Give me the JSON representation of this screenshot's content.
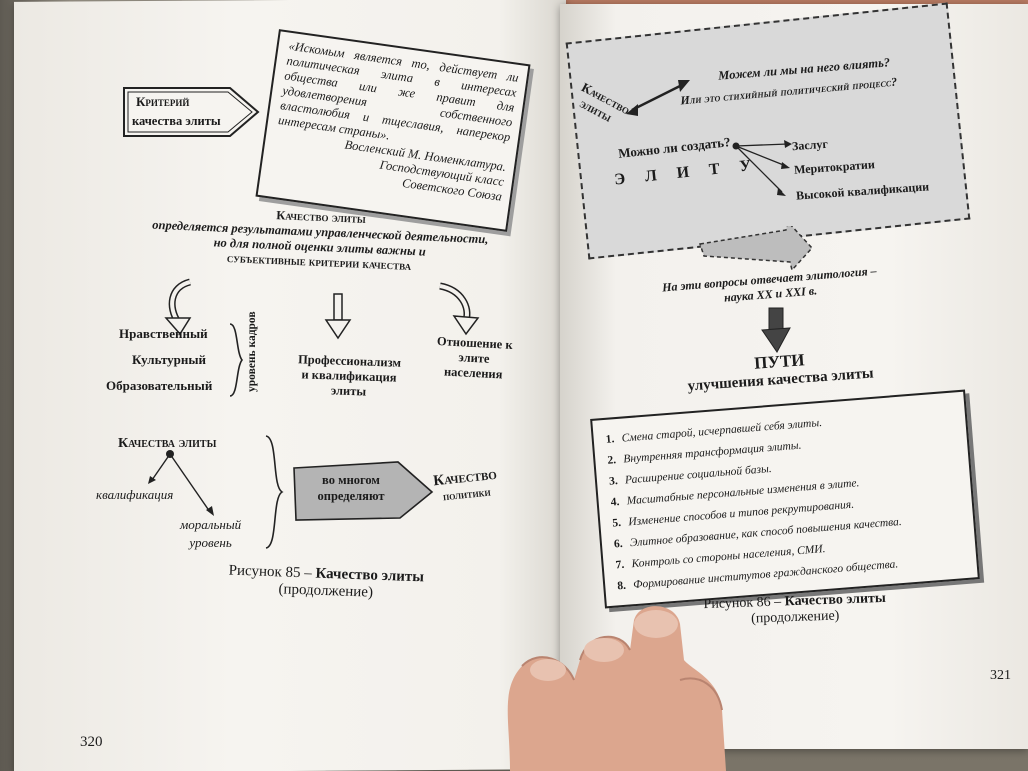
{
  "left_page": {
    "criterion": {
      "line1": "Критерий",
      "line2": "качества элиты"
    },
    "quote": {
      "text": "«Искомым является то, действует ли политическая элита в интересах общества или же правит для удовлетворения собственного властолюбия и тщеславия, наперекор интересам страны».",
      "author_line1": "Восленский М. Номенклатура.",
      "author_line2": "Господствующий класс",
      "author_line3": "Советского Союза"
    },
    "center_text": {
      "line1": "Качество элиты",
      "line2": "определяется результатами управленческой деятельности,",
      "line3": "но для полной оценки элиты важны и",
      "line4": "субъективные критерии качества"
    },
    "criteria": {
      "moral": "Нравственный",
      "cultural": "Культурный",
      "educational": "Образовательный",
      "vertical": "уровень кадров",
      "professional_l1": "Профессионализм",
      "professional_l2": "и квалификация",
      "professional_l3": "элиты",
      "relation_l1": "Отношение к",
      "relation_l2": "элите",
      "relation_l3": "населения"
    },
    "qualities": {
      "title": "Качества элиты",
      "qualification": "квалификация",
      "moral_l1": "моральный",
      "moral_l2": "уровень"
    },
    "determine_l1": "во многом",
    "determine_l2": "определяют",
    "quality_l1": "Качество",
    "quality_l2": "политики",
    "caption_prefix": "Рисунок 85 –",
    "caption_bold": "Качество элиты",
    "caption_sub": "(продолжение)",
    "page_number": "320"
  },
  "right_page": {
    "questions": {
      "q1": "Можем ли мы на него влиять?",
      "q2": "Или это стихийный политический процесс?",
      "quality_l1": "Качество",
      "quality_l2": "элиты",
      "create": "Можно ли создать?",
      "elite_spaced": "Э Л И Т У",
      "merits": "Заслуг",
      "meritocracy": "Меритократии",
      "qualification": "Высокой квалификации"
    },
    "answer_l1": "На эти вопросы отвечает элитология –",
    "answer_l2": "наука XX и XXI в.",
    "ways_title": "ПУТИ",
    "ways_subtitle": "улучшения качества элиты",
    "ways": [
      {
        "n": "1.",
        "text": "Смена старой, исчерпавшей себя элиты."
      },
      {
        "n": "2.",
        "text": "Внутренняя трансформация элиты."
      },
      {
        "n": "3.",
        "text": "Расширение социальной базы."
      },
      {
        "n": "4.",
        "text": "Масштабные персональные изменения в элите."
      },
      {
        "n": "5.",
        "text": "Изменение способов и типов рекрутирования."
      },
      {
        "n": "6.",
        "text": "Элитное образование, как способ повышения качества."
      },
      {
        "n": "7.",
        "text": "Контроль со стороны населения, СМИ."
      },
      {
        "n": "8.",
        "text": "Формирование институтов гражданского общества."
      }
    ],
    "caption_prefix": "Рисунок 86 –",
    "caption_bold": "Качество элиты",
    "caption_sub": "(продолжение)",
    "page_number": "321"
  }
}
